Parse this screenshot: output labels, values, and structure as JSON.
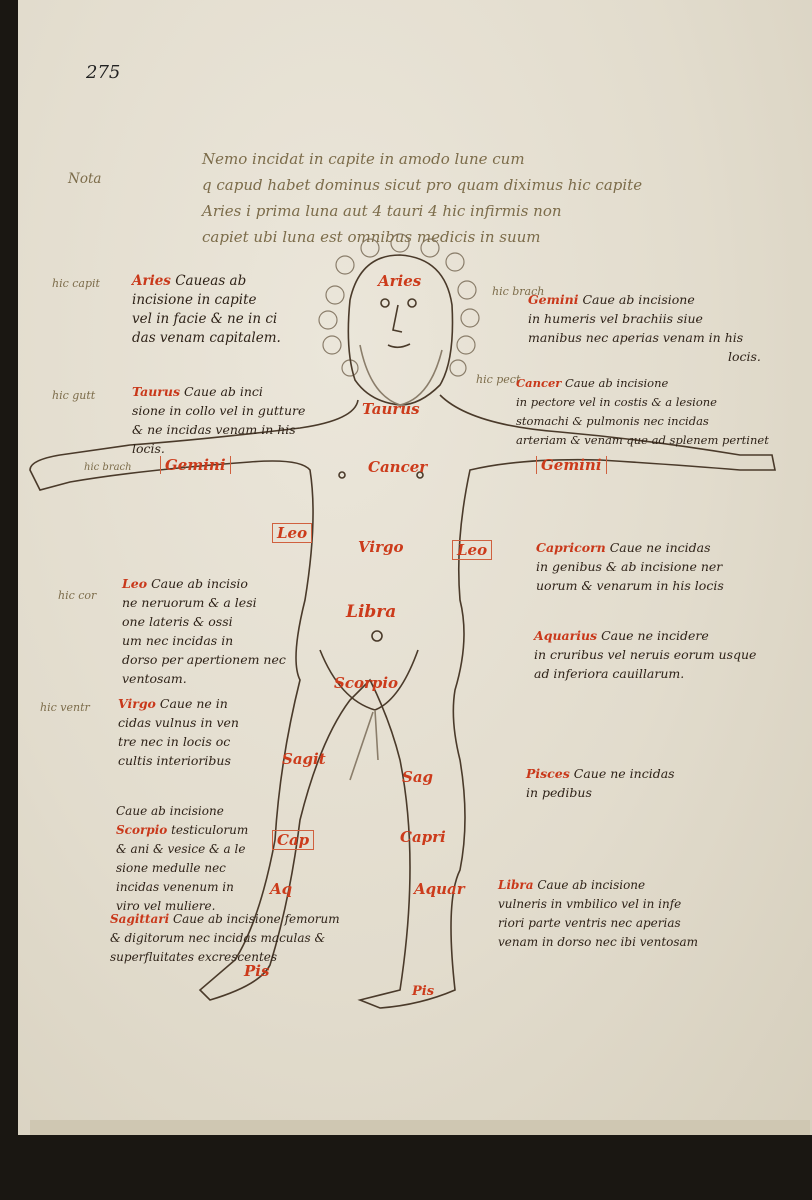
{
  "folio": "275",
  "margin_note_top": "Nota",
  "intro_lines": [
    "Nemo incidat in capite in amodo lune cum",
    "q capud habet dominus sicut pro quam diximus hic capite",
    "Aries i prima luna aut 4 tauri 4 hic infirmis non",
    "capiet ubi luna est omnibus medicis in suum"
  ],
  "left_blocks": [
    {
      "margin": "hic capit",
      "sign": "Aries",
      "lines": [
        "Caueas ab",
        "incisione in capite",
        "vel in facie & ne in ci",
        "das venam capitalem."
      ]
    },
    {
      "margin": "hic gutt",
      "sign": "Taurus",
      "lines": [
        "Caue ab inci",
        "sione in collo vel in gutture",
        "& ne incidas venam in his",
        "locis."
      ]
    },
    {
      "margin": "hic cor",
      "sign": "Leo",
      "lines": [
        "Caue ab incisio",
        "ne neruorum & a lesi",
        "one lateris & ossi",
        "um nec incidas in",
        "dorso per apertionem nec",
        "ventosam."
      ]
    },
    {
      "margin": "hic ventr",
      "sign": "Virgo",
      "lines": [
        "Caue ne in",
        "cidas vulnus in ven",
        "tre nec in locis oc",
        "cultis interioribus"
      ]
    },
    {
      "margin": "",
      "sign": "Scorpio",
      "lines": [
        "Caue ab incisione",
        "testiculorum",
        "& ani & vesice & a le",
        "sione medulle nec",
        "incidas venenum in",
        "viro vel muliere."
      ]
    },
    {
      "margin": "",
      "sign": "Sagittari",
      "lines": [
        "Caue ab incisione femorum",
        "& digitorum nec incidas maculas &",
        "superfluitates excrescentes"
      ]
    }
  ],
  "right_blocks": [
    {
      "margin": "hic brach",
      "sign": "Gemini",
      "lines": [
        "Caue ab incisione",
        "in humeris vel brachiis siue",
        "manibus nec aperias venam in his",
        "locis."
      ]
    },
    {
      "margin": "hic pect",
      "sign": "Cancer",
      "lines": [
        "Caue ab incisione",
        "in pectore vel in costis & a lesione",
        "stomachi & pulmonis nec incidas",
        "arteriam & venam que ad splenem pertinet"
      ]
    },
    {
      "margin": "",
      "sign": "Capricorn",
      "lines": [
        "Caue ne incidas",
        "in genibus & ab incisione ner",
        "uorum & venarum in his locis"
      ]
    },
    {
      "margin": "",
      "sign": "Aquarius",
      "lines": [
        "Caue ne incidere",
        "in cruribus vel neruis eorum usque",
        "ad inferiora cauillarum."
      ]
    },
    {
      "margin": "",
      "sign": "Pisces",
      "lines": [
        "Caue ne incidas",
        "in pedibus"
      ]
    },
    {
      "margin": "",
      "sign": "Libra",
      "lines": [
        "Caue ab incisione",
        "vulneris in vmbilico vel in infe",
        "riori parte ventris nec aperias",
        "venam in dorso nec ibi ventosam"
      ]
    }
  ],
  "figure_labels": {
    "head": "Aries",
    "neck": "Taurus",
    "chest": "Cancer",
    "arm_left": "Gemini",
    "arm_right": "Gemini",
    "arm_margin": "hic brach",
    "side_left": "Leo",
    "side_right": "Leo",
    "belly": "Virgo",
    "navel": "Libra",
    "groin": "Scorpio",
    "thigh_left": "Sagit",
    "knee_left": "Cap",
    "shin_left": "Aq",
    "foot_left": "Pis",
    "thigh_right": "Sag",
    "knee_right": "Capri",
    "shin_right": "Aquar",
    "foot_right": "Pis"
  },
  "colors": {
    "ink": "#2e2218",
    "rubric": "#cc3b1b",
    "parchment": "#e4ded0"
  }
}
